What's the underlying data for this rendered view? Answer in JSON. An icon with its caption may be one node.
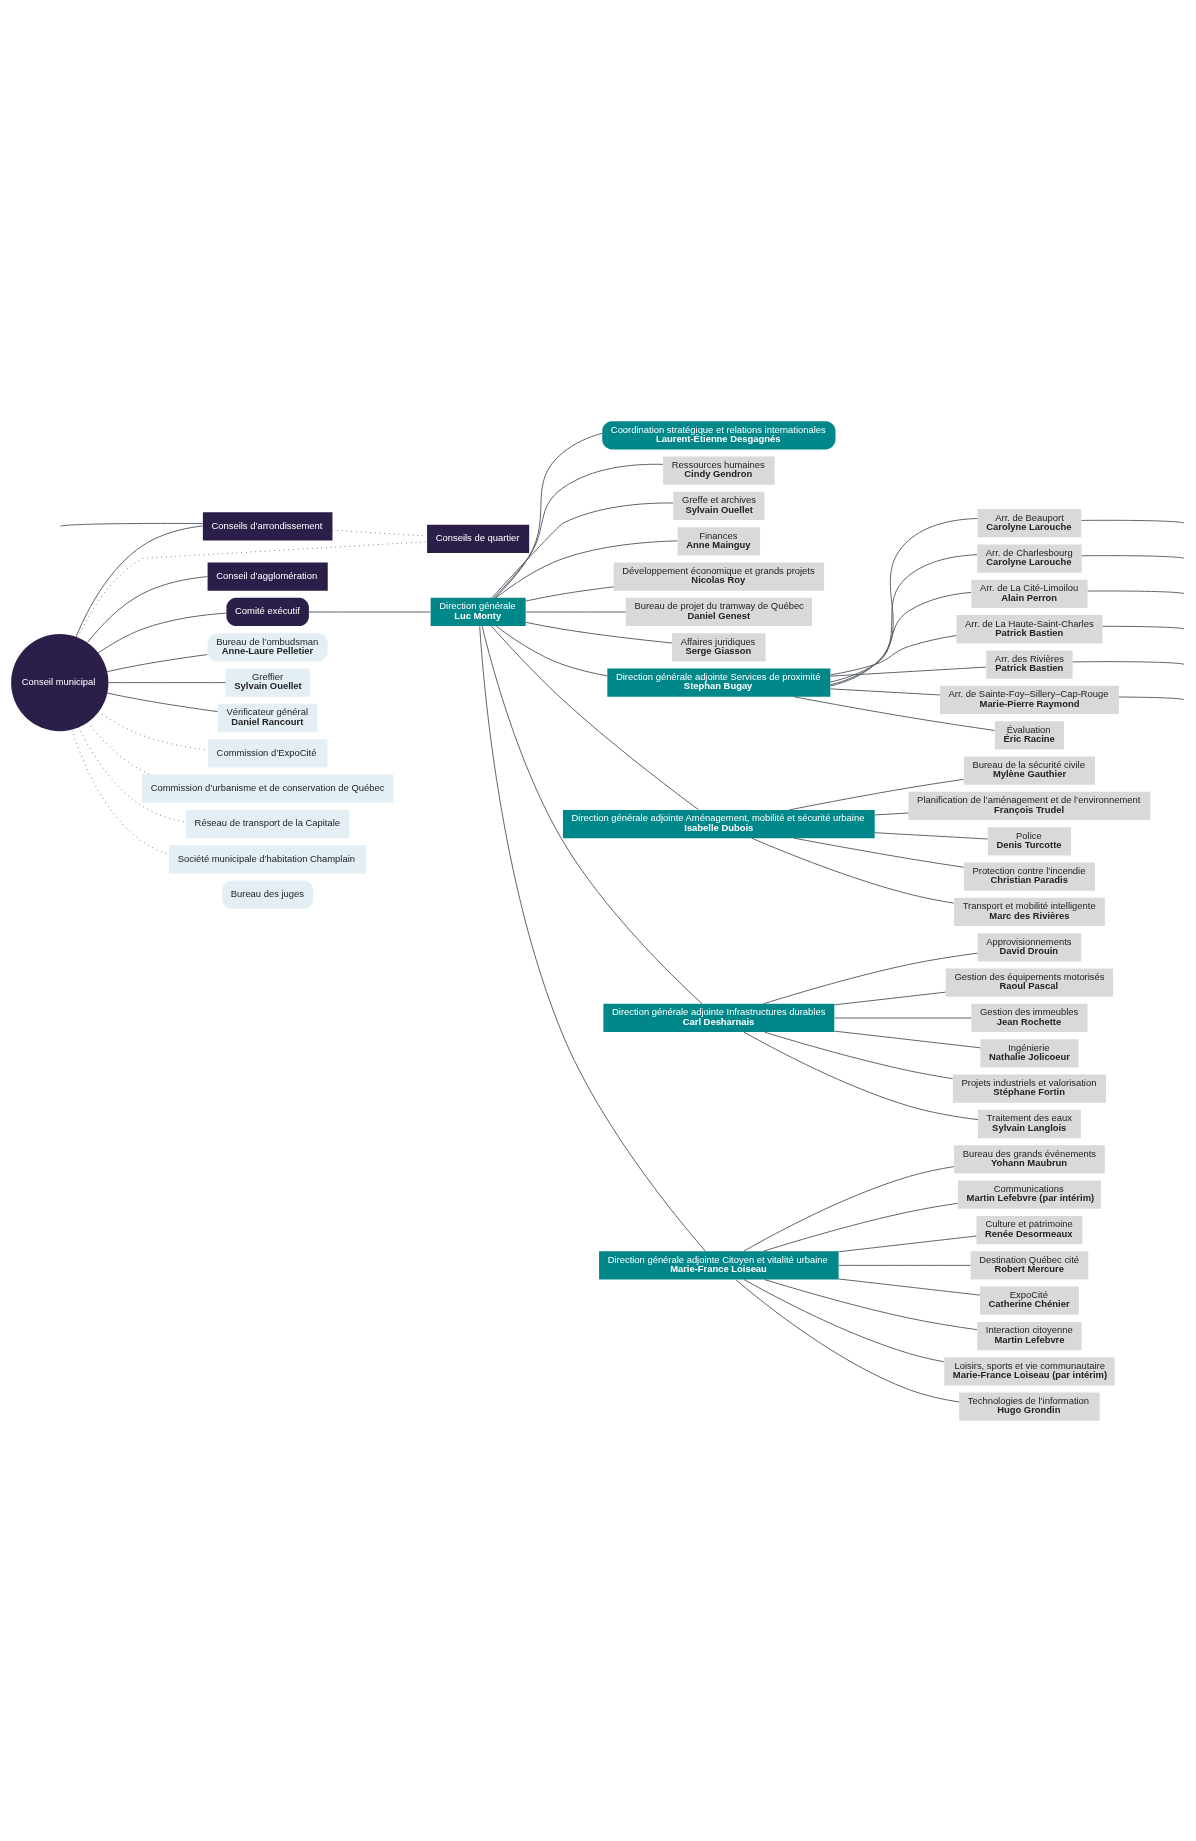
{
  "diagram": {
    "nodes": [
      {
        "text": [
          "Conseil municipal"
        ]
      },
      {
        "text": [
          "Conseils d’arrondissement"
        ]
      },
      {
        "text": [
          "Conseils de quartier"
        ]
      },
      {
        "text": [
          "Conseil d’agglomération"
        ]
      },
      {
        "text": [
          "Comité exécutif"
        ]
      },
      {
        "text": [
          "Direction générale",
          "Luc Monty"
        ]
      },
      {
        "text": [
          "Coordination stratégique et relations internationales",
          "Laurent-Étienne Desgagnés"
        ]
      },
      {
        "text": [
          "Ressources humaines",
          "Cindy Gendron"
        ]
      },
      {
        "text": [
          "Greffe et archives",
          "Sylvain Ouellet"
        ]
      },
      {
        "text": [
          "Finances",
          "Anne Mainguy"
        ]
      },
      {
        "text": [
          "Développement économique et grands projets",
          "Nicolas Roy"
        ]
      },
      {
        "text": [
          "Bureau de projet du tramway de Québec",
          "Daniel Genest"
        ]
      },
      {
        "text": [
          "Affaires juridiques",
          "Serge Giasson"
        ]
      },
      {
        "text": [
          "Bureau de l’ombudsman",
          "Anne-Laure Pelletier"
        ]
      },
      {
        "text": [
          "Greffier",
          "Sylvain Ouellet"
        ]
      },
      {
        "text": [
          "Vérificateur général",
          "Daniel Rancourt"
        ]
      },
      {
        "text": [
          "Commission d’ExpoCité"
        ]
      },
      {
        "text": [
          "Commission d’urbanisme et de conservation de Québec"
        ]
      },
      {
        "text": [
          "Réseau de transport de la Capitale"
        ]
      },
      {
        "text": [
          "Société municipale d’habitation Champlain"
        ]
      },
      {
        "text": [
          "Bureau des juges"
        ]
      },
      {
        "text": [
          "Direction générale adjointe Services de proximité",
          "Stephan Bugay"
        ]
      },
      {
        "text": [
          "Arr. de Beauport",
          "Carolyne Larouche"
        ]
      },
      {
        "text": [
          "Arr. de Charlesbourg",
          "Carolyne Larouche"
        ]
      },
      {
        "text": [
          "Arr. de La Cité-Limoilou",
          "Alain Perron"
        ]
      },
      {
        "text": [
          "Arr. de La Haute-Saint-Charles",
          "Patrick Bastien"
        ]
      },
      {
        "text": [
          "Arr. des Rivières",
          "Patrick Bastien"
        ]
      },
      {
        "text": [
          "Arr. de Sainte-Foy–Sillery–Cap-Rouge",
          "Marie-Pierre Raymond"
        ]
      },
      {
        "text": [
          "Évaluation",
          "Éric Racine"
        ]
      },
      {
        "text": [
          "Direction générale adjointe Aménagement, mobilité et sécurité urbaine",
          "Isabelle Dubois"
        ]
      },
      {
        "text": [
          "Bureau de la sécurité civile",
          "Mylène Gauthier"
        ]
      },
      {
        "text": [
          "Planification de l’aménagement et de l’environnement",
          "François Trudel"
        ]
      },
      {
        "text": [
          "Police",
          "Denis Turcotte"
        ]
      },
      {
        "text": [
          "Protection contre l’incendie",
          "Christian Paradis"
        ]
      },
      {
        "text": [
          "Transport et mobilité intelligente",
          "Marc des Rivières"
        ]
      },
      {
        "text": [
          "Direction générale adjointe Infrastructures durables",
          "Carl Desharnais"
        ]
      },
      {
        "text": [
          "Approvisionnements",
          "David Drouin"
        ]
      },
      {
        "text": [
          "Gestion des équipements motorisés",
          "Raoul Pascal"
        ]
      },
      {
        "text": [
          "Gestion des immeubles",
          "Jean Rochette"
        ]
      },
      {
        "text": [
          "Ingénierie",
          "Nathalie Jolicoeur"
        ]
      },
      {
        "text": [
          "Projets industriels et valorisation",
          "Stéphane Fortin"
        ]
      },
      {
        "text": [
          "Traitement des eaux",
          "Sylvain Langlois"
        ]
      },
      {
        "text": [
          "Direction générale adjointe Citoyen et vitalité urbaine",
          "Marie-France Loiseau"
        ]
      },
      {
        "text": [
          "Bureau des grands événements",
          "Yohann Maubrun"
        ]
      },
      {
        "text": [
          "Communications",
          "Martin Lefebvre (par intérim)"
        ]
      },
      {
        "text": [
          "Culture et patrimoine",
          "Renée Desormeaux"
        ]
      },
      {
        "text": [
          "Destination Québec cité",
          "Robert Mercure"
        ]
      },
      {
        "text": [
          "ExpoCité",
          "Catherine Chénier"
        ]
      },
      {
        "text": [
          "Interaction citoyenne",
          "Martin Lefebvre"
        ]
      },
      {
        "text": [
          "Loisirs, sports et vie communautaire",
          "Marie-France Loiseau (par intérim)"
        ]
      },
      {
        "text": [
          "Technologies de l’information",
          "Hugo Grondin"
        ]
      }
    ],
    "edges": [
      {
        "from": null,
        "to": 1,
        "arrow": "none"
      },
      {
        "from": 0,
        "to": 1,
        "arrow": "none"
      },
      {
        "from": 1,
        "to": 2,
        "arrow": "none",
        "style": "dashed"
      },
      {
        "from": 0,
        "to": 2,
        "arrow": "none",
        "style": "dashed"
      },
      {
        "from": 0,
        "to": 3,
        "arrow": "none"
      },
      {
        "from": 0,
        "to": 4,
        "arrow": "none"
      },
      {
        "from": 4,
        "to": 5,
        "arrow": "none"
      },
      {
        "from": 5,
        "to": 6,
        "arrow": "none"
      },
      {
        "from": 5,
        "to": 7,
        "arrow": "none"
      },
      {
        "from": 5,
        "to": 8,
        "arrow": "none"
      },
      {
        "from": 5,
        "to": 9,
        "arrow": "none"
      },
      {
        "from": 5,
        "to": 10,
        "arrow": "none"
      },
      {
        "from": 5,
        "to": 11,
        "arrow": "none"
      },
      {
        "from": 5,
        "to": 12,
        "arrow": "none"
      },
      {
        "from": 0,
        "to": 13,
        "arrow": "none"
      },
      {
        "from": 0,
        "to": 14,
        "arrow": "none"
      },
      {
        "from": 0,
        "to": 15,
        "arrow": "none"
      },
      {
        "from": 0,
        "to": 16,
        "arrow": "none",
        "style": "dashed"
      },
      {
        "from": 0,
        "to": 17,
        "arrow": "none",
        "style": "dashed"
      },
      {
        "from": 0,
        "to": 18,
        "arrow": "none",
        "style": "dashed"
      },
      {
        "from": 0,
        "to": 19,
        "arrow": "none",
        "style": "dashed"
      },
      {
        "from": 5,
        "to": 21,
        "arrow": "none"
      },
      {
        "from": 5,
        "to": 29,
        "arrow": "none"
      },
      {
        "from": 5,
        "to": 35,
        "arrow": "none"
      },
      {
        "from": 5,
        "to": 42,
        "arrow": "none"
      },
      {
        "from": null,
        "to": 22,
        "arrow": "none"
      },
      {
        "from": null,
        "to": 23,
        "arrow": "none"
      },
      {
        "from": null,
        "to": 24,
        "arrow": "none"
      },
      {
        "from": null,
        "to": 25,
        "arrow": "none"
      },
      {
        "from": null,
        "to": 26,
        "arrow": "none"
      },
      {
        "from": null,
        "to": 27,
        "arrow": "none"
      },
      {
        "from": 21,
        "to": 22,
        "arrow": "none"
      },
      {
        "from": 21,
        "to": 23,
        "arrow": "none"
      },
      {
        "from": 21,
        "to": 24,
        "arrow": "none"
      },
      {
        "from": 21,
        "to": 25,
        "arrow": "none"
      },
      {
        "from": 21,
        "to": 26,
        "arrow": "none"
      },
      {
        "from": 21,
        "to": 27,
        "arrow": "none"
      },
      {
        "from": 21,
        "to": 28,
        "arrow": "none"
      },
      {
        "from": 29,
        "to": 30,
        "arrow": "none"
      },
      {
        "from": 29,
        "to": 31,
        "arrow": "none"
      },
      {
        "from": 29,
        "to": 32,
        "arrow": "none"
      },
      {
        "from": 29,
        "to": 33,
        "arrow": "none"
      },
      {
        "from": 29,
        "to": 34,
        "arrow": "none"
      },
      {
        "from": 35,
        "to": 36,
        "arrow": "none"
      },
      {
        "from": 35,
        "to": 37,
        "arrow": "none"
      },
      {
        "from": 35,
        "to": 38,
        "arrow": "none"
      },
      {
        "from": 35,
        "to": 39,
        "arrow": "none"
      },
      {
        "from": 35,
        "to": 40,
        "arrow": "none"
      },
      {
        "from": 35,
        "to": 41,
        "arrow": "none"
      },
      {
        "from": 42,
        "to": 43,
        "arrow": "none"
      },
      {
        "from": 42,
        "to": 44,
        "arrow": "none"
      },
      {
        "from": 42,
        "to": 45,
        "arrow": "none"
      },
      {
        "from": 42,
        "to": 46,
        "arrow": "none"
      },
      {
        "from": 42,
        "to": 47,
        "arrow": "none"
      },
      {
        "from": 42,
        "to": 48,
        "arrow": "none"
      },
      {
        "from": 42,
        "to": 49,
        "arrow": "none"
      },
      {
        "from": 42,
        "to": 50,
        "arrow": "none"
      }
    ]
  }
}
